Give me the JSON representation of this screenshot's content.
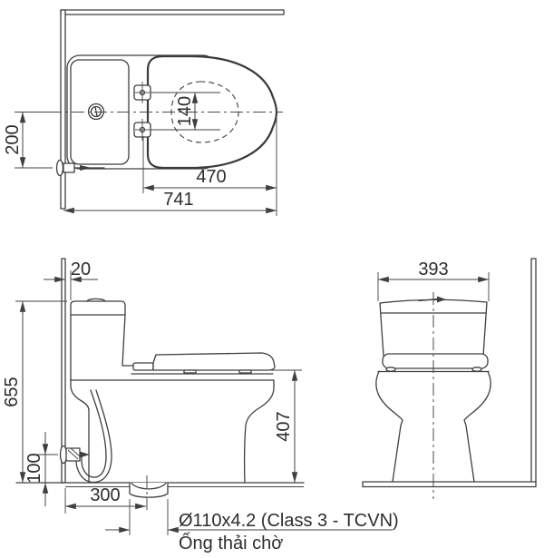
{
  "drawing": {
    "type": "technical-dimension-drawing",
    "subject": "one-piece toilet installation dimensions",
    "views": {
      "top": "top view",
      "side": "side view",
      "front": "front view"
    }
  },
  "dimensions": {
    "top": {
      "valve_offset": "200",
      "hinge_spacing": "140",
      "hinge_to_front": "470",
      "total_depth": "741"
    },
    "side": {
      "wall_gap": "20",
      "total_height": "655",
      "valve_height": "100",
      "outlet_distance": "300",
      "bowl_height": "407"
    },
    "front": {
      "total_width": "393"
    }
  },
  "notes": {
    "pipe_spec": "Ø110x4.2 (Class 3 - TCVN)",
    "pipe_label": "Ống thải chờ"
  },
  "colors": {
    "line": "#3f3f3f",
    "text": "#2d2d2d",
    "background": "#ffffff"
  }
}
